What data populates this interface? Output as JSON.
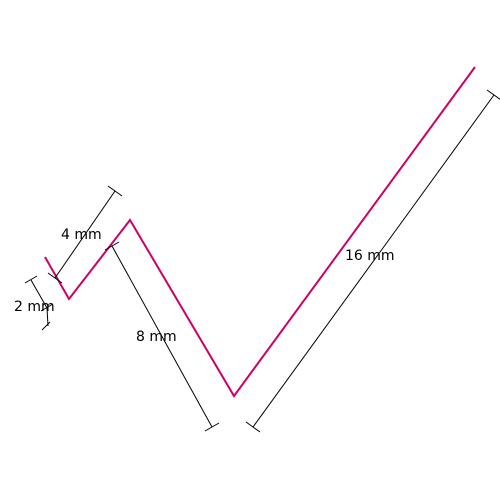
{
  "colors": {
    "shape": "#cc0066",
    "dimension": "#000000",
    "background": "#ffffff"
  },
  "dimensions": {
    "segment_2": "2 mm",
    "segment_4": "4 mm",
    "segment_8": "8 mm",
    "segment_16": "16 mm"
  }
}
